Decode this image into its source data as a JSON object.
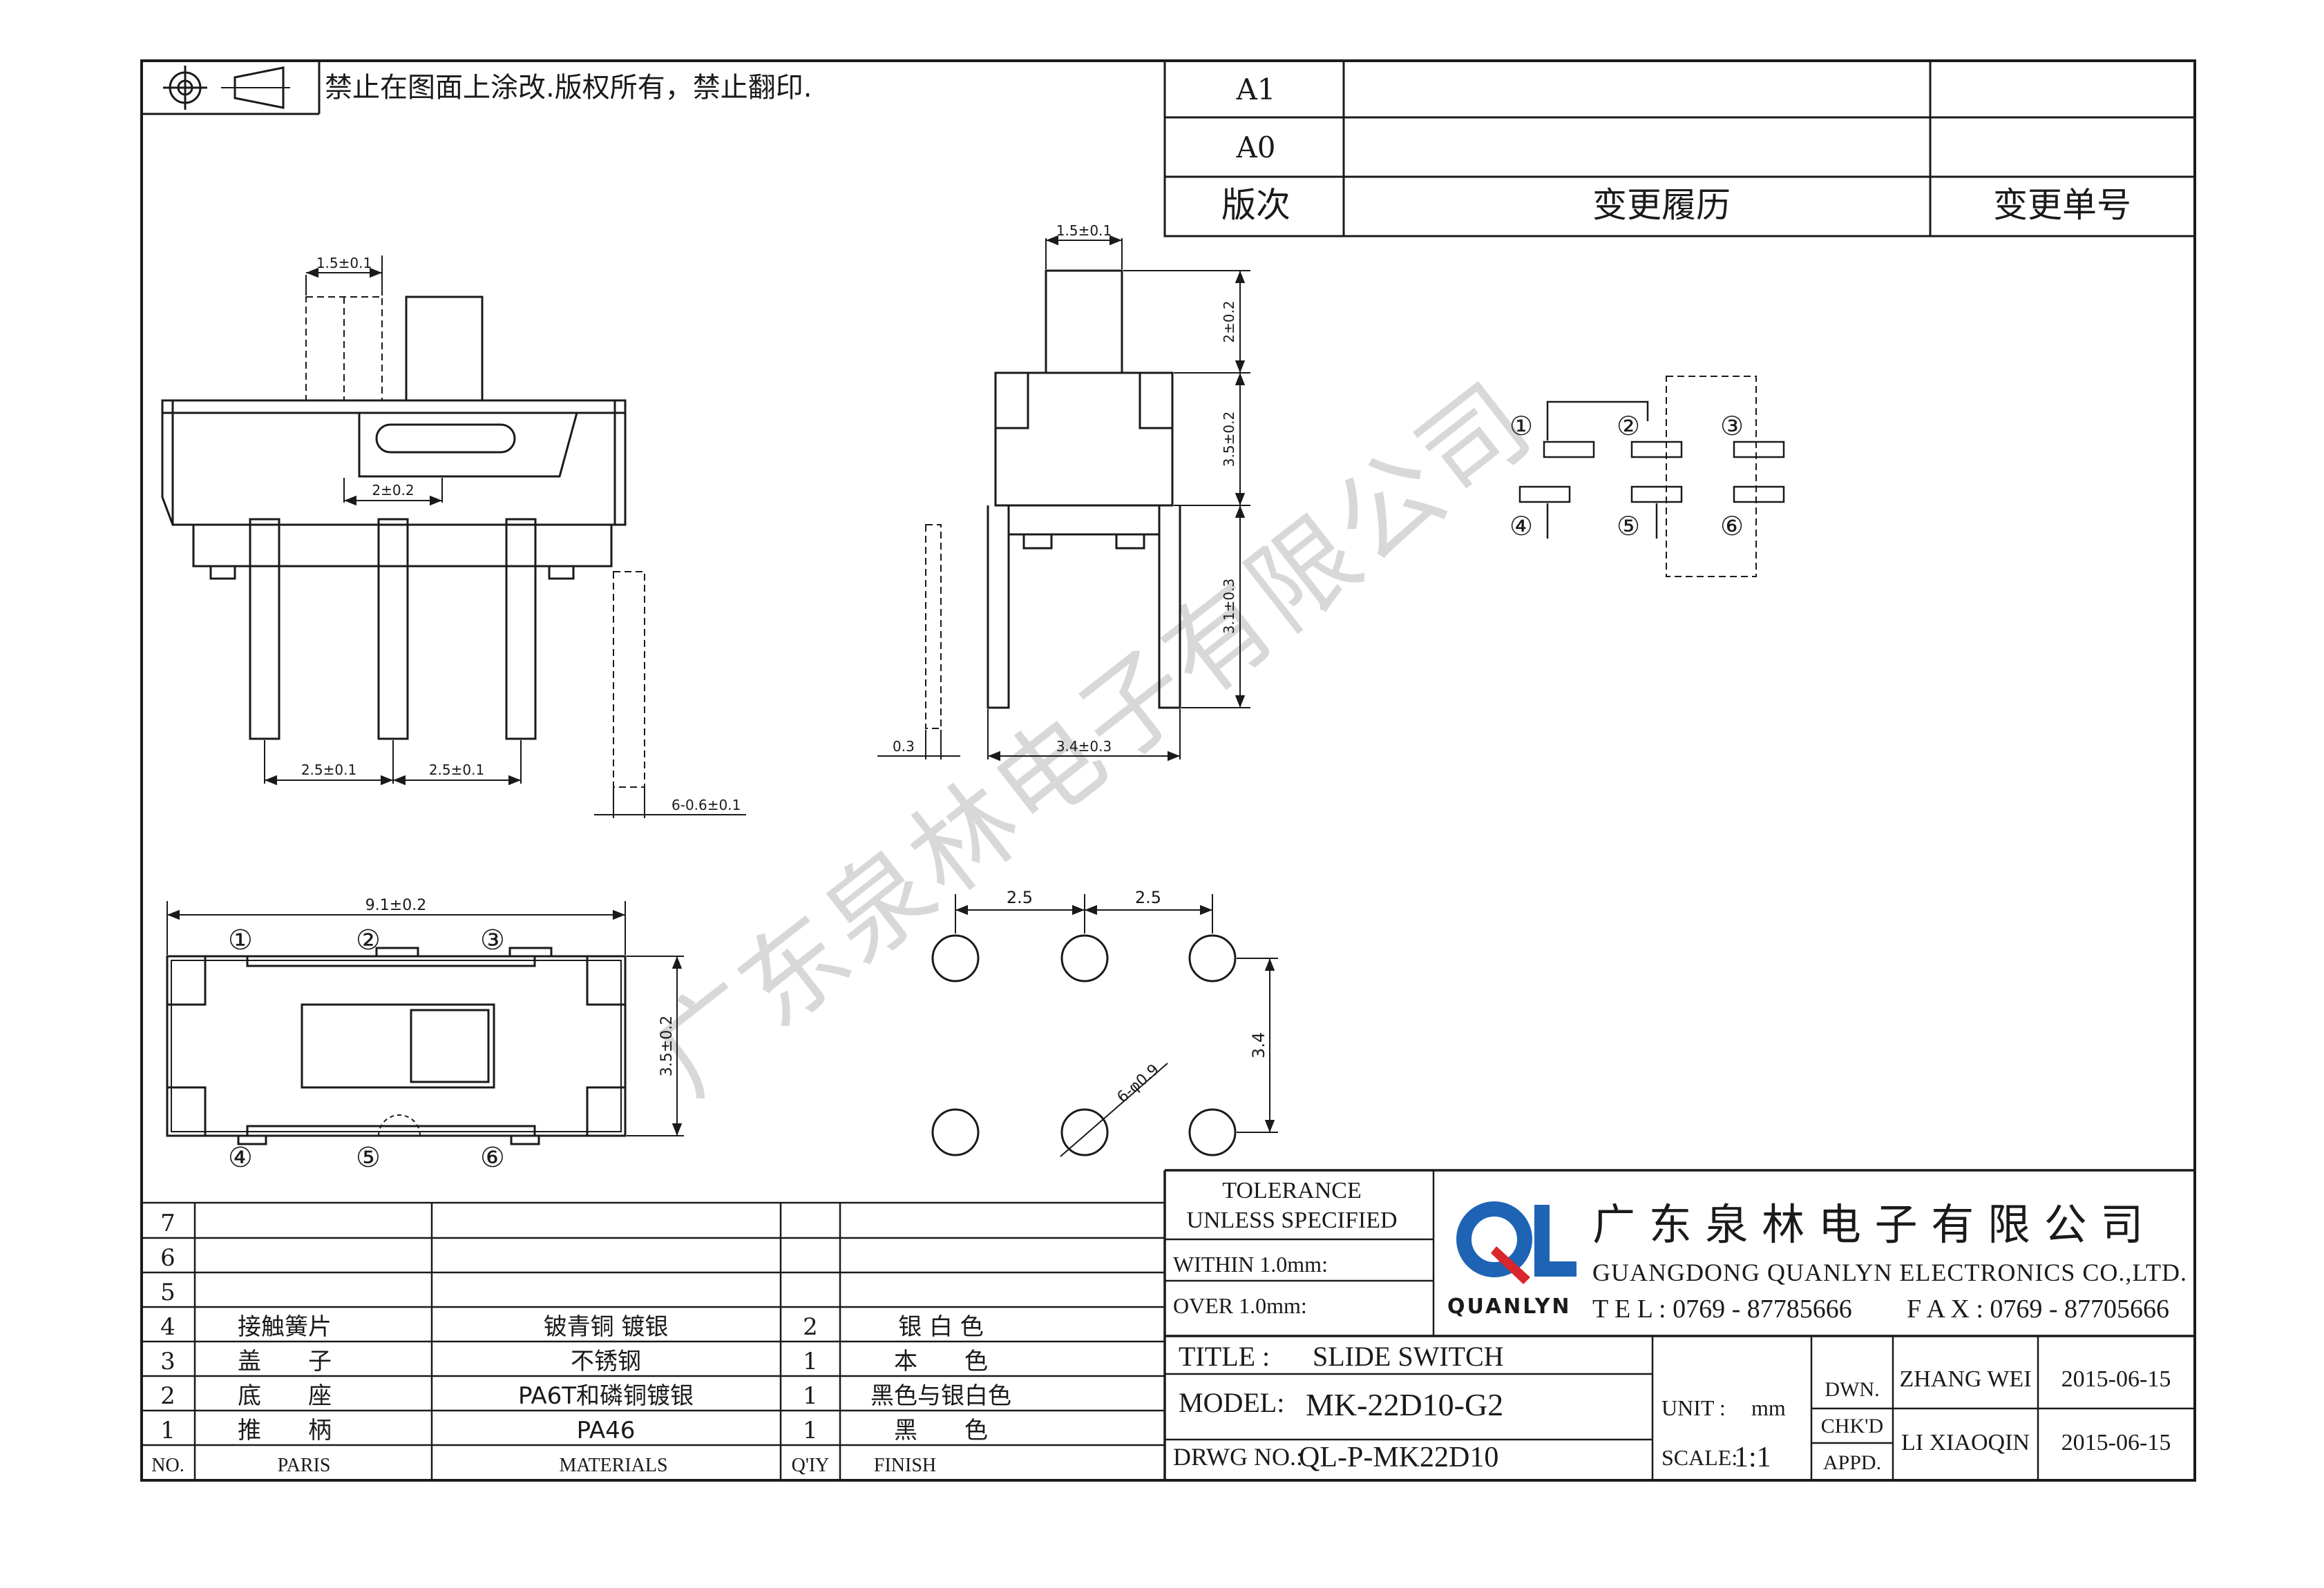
{
  "header": {
    "notice": "禁止在图面上涂改.版权所有，禁止翻印."
  },
  "revision_table": {
    "rows": [
      "A1",
      "A0"
    ],
    "col_version": "版次",
    "col_history": "变更履历",
    "col_change_no": "变更单号"
  },
  "dimensions": {
    "side_top_width": "1.5±0.1",
    "side_slot": "2±0.2",
    "side_pitch_left": "2.5±0.1",
    "side_pitch_right": "2.5±0.1",
    "side_pin_width": "6-0.6±0.1",
    "end_top_width": "1.5±0.1",
    "end_h_knob": "2±0.2",
    "end_h_body": "3.5±0.2",
    "end_h_pin": "3.1±0.3",
    "end_pin_span": "3.4±0.3",
    "end_pin_thickness": "0.3",
    "top_width": "9.1±0.2",
    "top_height": "3.5±0.2",
    "pcb_pitch_1": "2.5",
    "pcb_pitch_2": "2.5",
    "pcb_row_gap": "3.4",
    "pcb_hole": "6-φ0.9"
  },
  "pin_numbers": [
    "①",
    "②",
    "③",
    "④",
    "⑤",
    "⑥"
  ],
  "watermark": "广东泉林电子有限公司",
  "bom": {
    "empty_rows": [
      "7",
      "6",
      "5"
    ],
    "rows": [
      {
        "no": "4",
        "part": "接触簧片",
        "material": "铍青铜 镀银",
        "qty": "2",
        "finish": "银 白 色"
      },
      {
        "no": "3",
        "part": "盖　　子",
        "material": "不锈钢",
        "qty": "1",
        "finish": "本　　色"
      },
      {
        "no": "2",
        "part": "底　　座",
        "material": "PA6T和磷铜镀银",
        "qty": "1",
        "finish": "黑色与银白色"
      },
      {
        "no": "1",
        "part": "推　　柄",
        "material": "PA46",
        "qty": "1",
        "finish": "黑　　色"
      }
    ],
    "headers": {
      "no": "NO.",
      "part": "PARIS",
      "material": "MATERIALS",
      "qty": "Q'IY",
      "finish": "FINISH"
    }
  },
  "title_block": {
    "tolerance_l1": "TOLERANCE",
    "tolerance_l2": "UNLESS SPECIFIED",
    "within": "WITHIN 1.0mm:",
    "over": "OVER 1.0mm:",
    "company_cn": "广 东 泉 林 电 子 有 限 公 司",
    "company_en": "GUANGDONG QUANLYN ELECTRONICS CO.,LTD.",
    "logo_text": "QUANLYN",
    "tel": "T E L : 0769 - 87785666",
    "fax": "F A X : 0769 - 87705666",
    "title_label": "TITLE :",
    "title_value": "SLIDE SWITCH",
    "model_label": "MODEL:",
    "model_value": "MK-22D10-G2",
    "drwg_label": "DRWG NO.:",
    "drwg_value": "QL-P-MK22D10",
    "unit_label": "UNIT :",
    "unit_value": "mm",
    "scale_label": "SCALE:",
    "scale_value": "1:1",
    "dwn": "DWN.",
    "chkd": "CHK'D",
    "appd": "APPD.",
    "dwn_name": "ZHANG WEI",
    "dwn_date": "2015-06-15",
    "chk_name": "LI XIAOQIN",
    "chk_date": "2015-06-15"
  },
  "colors": {
    "line": "#1a1a1a",
    "logo_blue": "#1f63b5",
    "logo_red": "#d9262c",
    "watermark": "#d8d8d8"
  }
}
